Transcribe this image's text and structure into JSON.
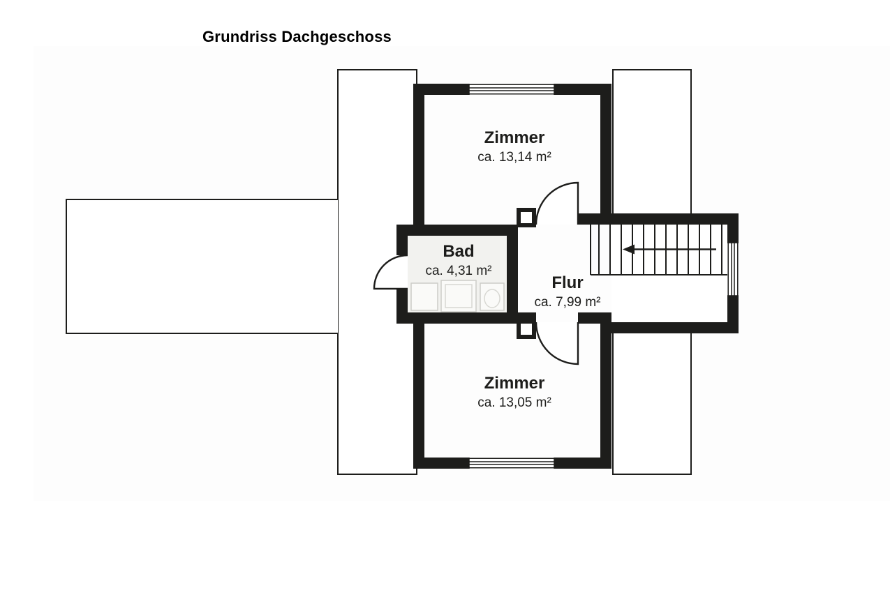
{
  "page": {
    "title": "Grundriss Dachgeschoss"
  },
  "floorplan": {
    "rooms": [
      {
        "name": "Zimmer",
        "area": "ca. 13,14 m²"
      },
      {
        "name": "Bad",
        "area": "ca. 4,31 m²"
      },
      {
        "name": "Flur",
        "area": "ca. 7,99 m²"
      },
      {
        "name": "Zimmer",
        "area": "ca. 13,05 m²"
      }
    ],
    "stair_direction": "left",
    "colors": {
      "wall": "#1d1d1b",
      "bad_floor": "#f2f2ef",
      "fixture_line": "#cdcdc8",
      "background": "#ffffff"
    }
  }
}
